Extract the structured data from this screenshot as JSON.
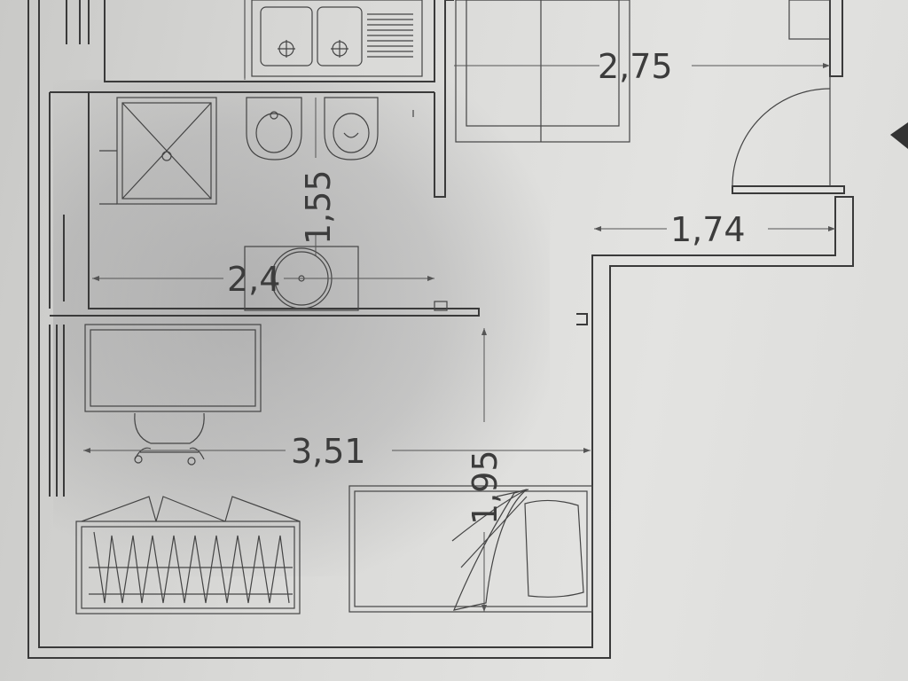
{
  "plan": {
    "dimensions": {
      "kitchen_width": "2,75",
      "hall_width": "1,74",
      "bath_depth": "1,55",
      "bath_width": "2,4",
      "room_width": "3,51",
      "room_depth": "1,95"
    },
    "colors": {
      "line": "#3a3a3a",
      "paper": "#d9d9d7"
    }
  }
}
